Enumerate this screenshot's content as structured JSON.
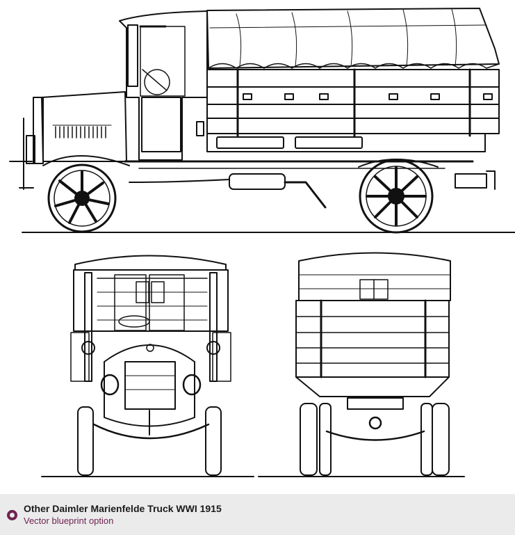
{
  "blueprint": {
    "views": [
      "side-view",
      "front-view",
      "rear-view"
    ]
  },
  "caption": {
    "title": "Other Daimler Marienfelde Truck WWI 1915",
    "subtitle": "Vector blueprint option"
  },
  "colors": {
    "line": "#111111",
    "caption_background": "#ebebeb",
    "accent": "#6e2350"
  },
  "icons": {
    "option_marker": "radio-circle-icon"
  }
}
